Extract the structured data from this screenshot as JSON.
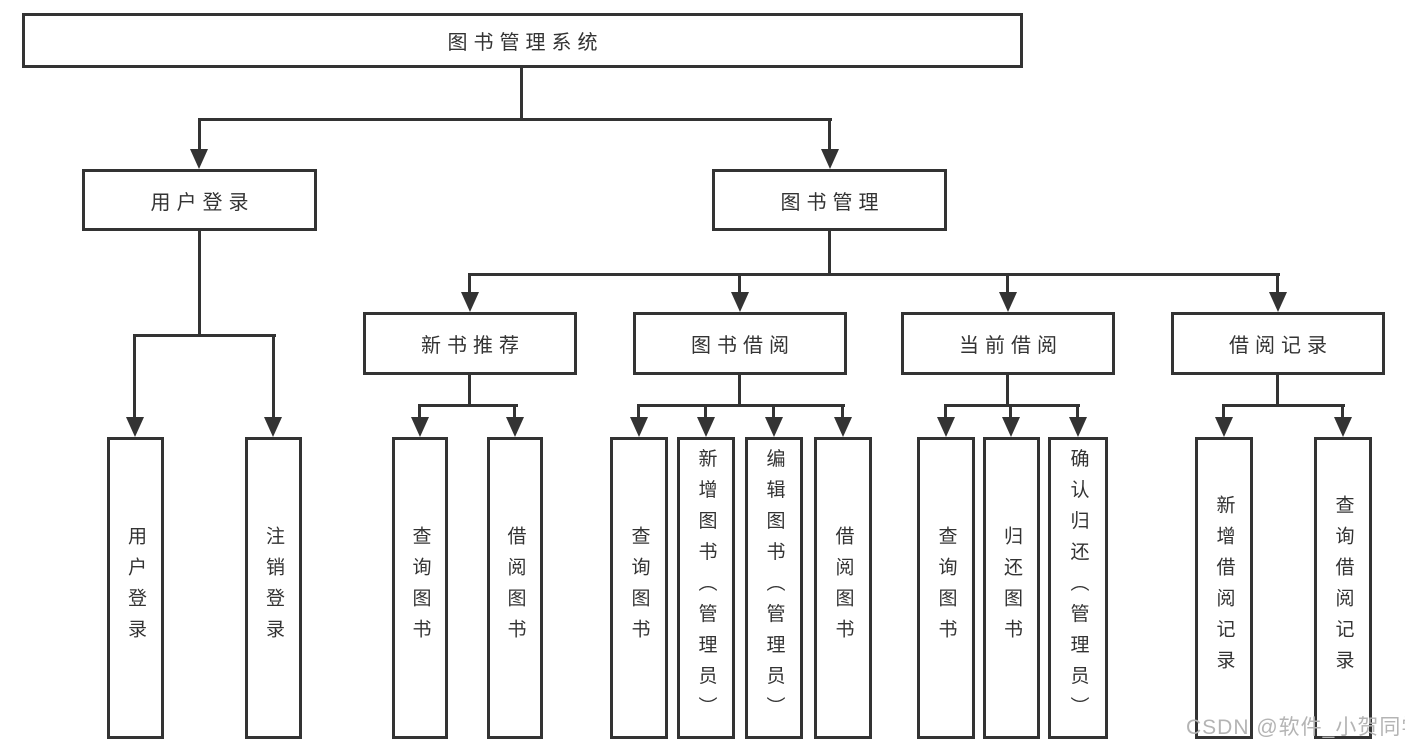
{
  "tree": {
    "root": {
      "label": "图书管理系统",
      "children": [
        {
          "label": "用户登录",
          "children": [
            {
              "label": "用户登录"
            },
            {
              "label": "注销登录"
            }
          ]
        },
        {
          "label": "图书管理",
          "children": [
            {
              "label": "新书推荐",
              "children": [
                {
                  "label": "查询图书"
                },
                {
                  "label": "借阅图书"
                }
              ]
            },
            {
              "label": "图书借阅",
              "children": [
                {
                  "label": "查询图书"
                },
                {
                  "label": "新增图书（管理员）"
                },
                {
                  "label": "编辑图书（管理员）"
                },
                {
                  "label": "借阅图书"
                }
              ]
            },
            {
              "label": "当前借阅",
              "children": [
                {
                  "label": "查询图书"
                },
                {
                  "label": "归还图书"
                },
                {
                  "label": "确认归还（管理员）"
                }
              ]
            },
            {
              "label": "借阅记录",
              "children": [
                {
                  "label": "新增借阅记录"
                },
                {
                  "label": "查询借阅记录"
                }
              ]
            }
          ]
        }
      ]
    }
  },
  "watermark": {
    "text": "CSDN @软件_小贺同学"
  },
  "colors": {
    "line": "#333333",
    "text": "#333333",
    "background": "#ffffff",
    "watermark": "#b4b4b4"
  }
}
